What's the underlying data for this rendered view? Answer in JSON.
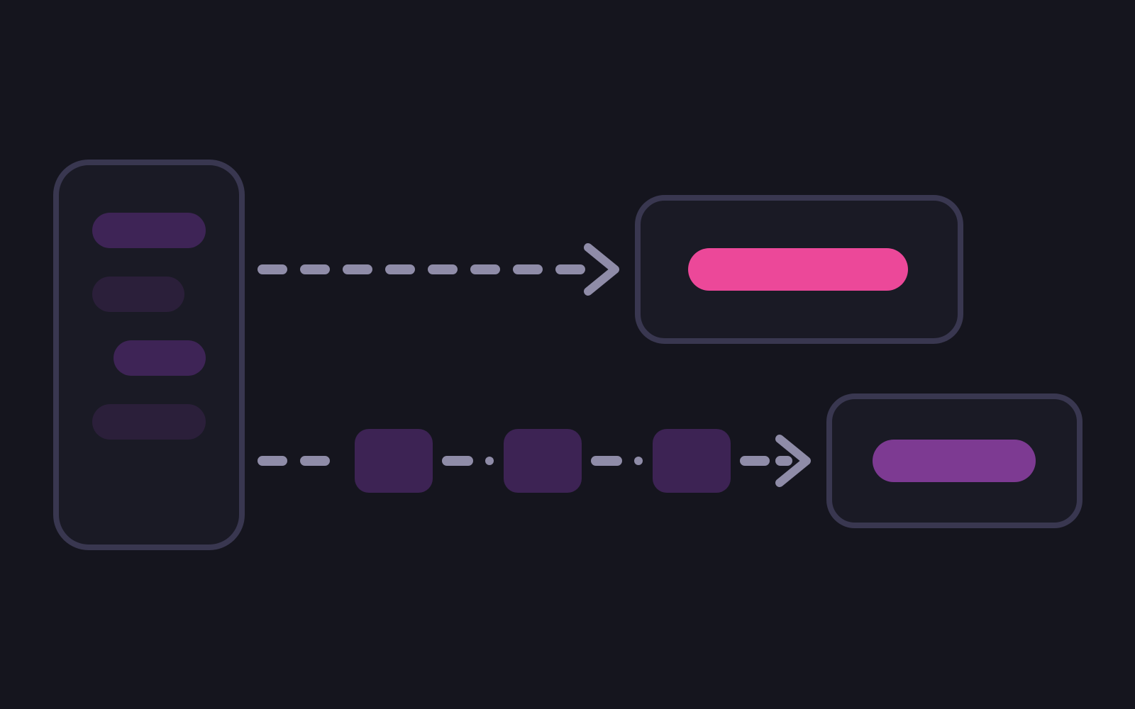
{
  "colors": {
    "background": "#15151e",
    "panel_fill": "#1a1a25",
    "panel_stroke": "#393750",
    "connector": "#8f8ca8",
    "bar_strong": "#3e2456",
    "bar_weak": "#2b1f3a",
    "queue_block": "#3d2354",
    "result_primary": "#ec4899",
    "result_secondary": "#7d3a92"
  },
  "icons": {
    "source_panel": "list-panel",
    "upper_arrow": "dashed-arrow-right",
    "lower_arrow": "dashed-arrow-right",
    "queue_blocks": "square-block",
    "upper_result": "pill-bar",
    "lower_result": "pill-bar"
  },
  "source_list": {
    "items": [
      {
        "tone": "strong"
      },
      {
        "tone": "weak"
      },
      {
        "tone": "strong"
      },
      {
        "tone": "weak"
      }
    ]
  },
  "queue": {
    "blocks": 3
  }
}
